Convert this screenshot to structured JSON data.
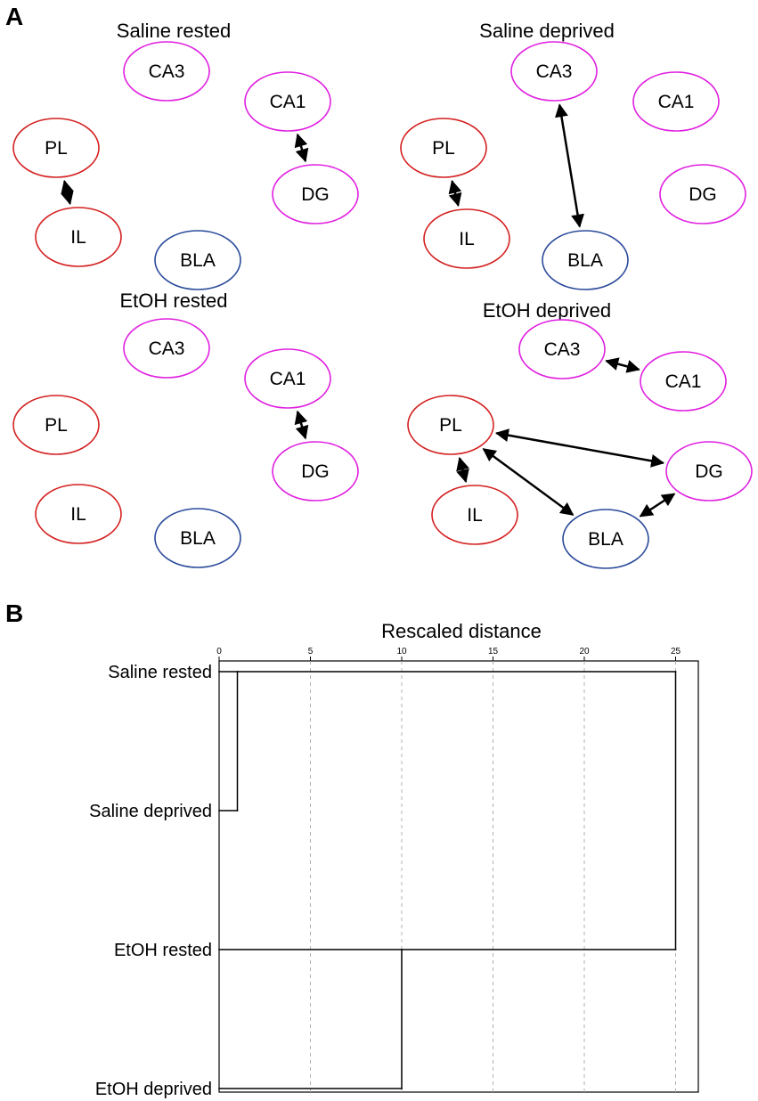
{
  "panel_a": {
    "letter": "A",
    "colors": {
      "region_pink": "#e020e0",
      "region_red": "#d42020",
      "region_blue": "#2a4a9a",
      "arrow": "#000000"
    },
    "groups": [
      {
        "title": "Saline rested",
        "nodes": [
          "CA3",
          "CA1",
          "PL",
          "DG",
          "IL",
          "BLA"
        ],
        "connections": [
          [
            "CA1",
            "DG"
          ],
          [
            "PL",
            "IL"
          ]
        ]
      },
      {
        "title": "Saline deprived",
        "nodes": [
          "CA3",
          "CA1",
          "PL",
          "DG",
          "IL",
          "BLA"
        ],
        "connections": [
          [
            "CA3",
            "BLA"
          ],
          [
            "PL",
            "IL"
          ]
        ]
      },
      {
        "title": "EtOH rested",
        "nodes": [
          "CA3",
          "CA1",
          "PL",
          "DG",
          "IL",
          "BLA"
        ],
        "connections": [
          [
            "CA1",
            "DG"
          ]
        ]
      },
      {
        "title": "EtOH deprived",
        "nodes": [
          "CA3",
          "CA1",
          "PL",
          "DG",
          "IL",
          "BLA"
        ],
        "connections": [
          [
            "CA3",
            "CA1"
          ],
          [
            "PL",
            "DG"
          ],
          [
            "PL",
            "IL"
          ],
          [
            "PL",
            "BLA"
          ],
          [
            "BLA",
            "DG"
          ]
        ]
      }
    ],
    "node_colors": {
      "CA3": "#e020e0",
      "CA1": "#e020e0",
      "DG": "#e020e0",
      "PL": "#d42020",
      "IL": "#d42020",
      "BLA": "#2a4a9a"
    }
  },
  "panel_b": {
    "letter": "B",
    "chart_data": {
      "type": "dendrogram",
      "title": "Rescaled distance",
      "x_ticks": [
        0,
        5,
        10,
        15,
        20,
        25
      ],
      "xlim": [
        0,
        25
      ],
      "leaves": [
        "Saline rested",
        "Saline deprived",
        "EtOH rested",
        "EtOH deprived"
      ],
      "merges": [
        {
          "members": [
            "Saline rested",
            "Saline deprived"
          ],
          "distance": 1
        },
        {
          "members": [
            "EtOH rested",
            "EtOH deprived"
          ],
          "distance": 10
        },
        {
          "members": [
            "Saline rested + Saline deprived",
            "EtOH rested + EtOH deprived"
          ],
          "distance": 25
        }
      ],
      "grid": true
    }
  }
}
